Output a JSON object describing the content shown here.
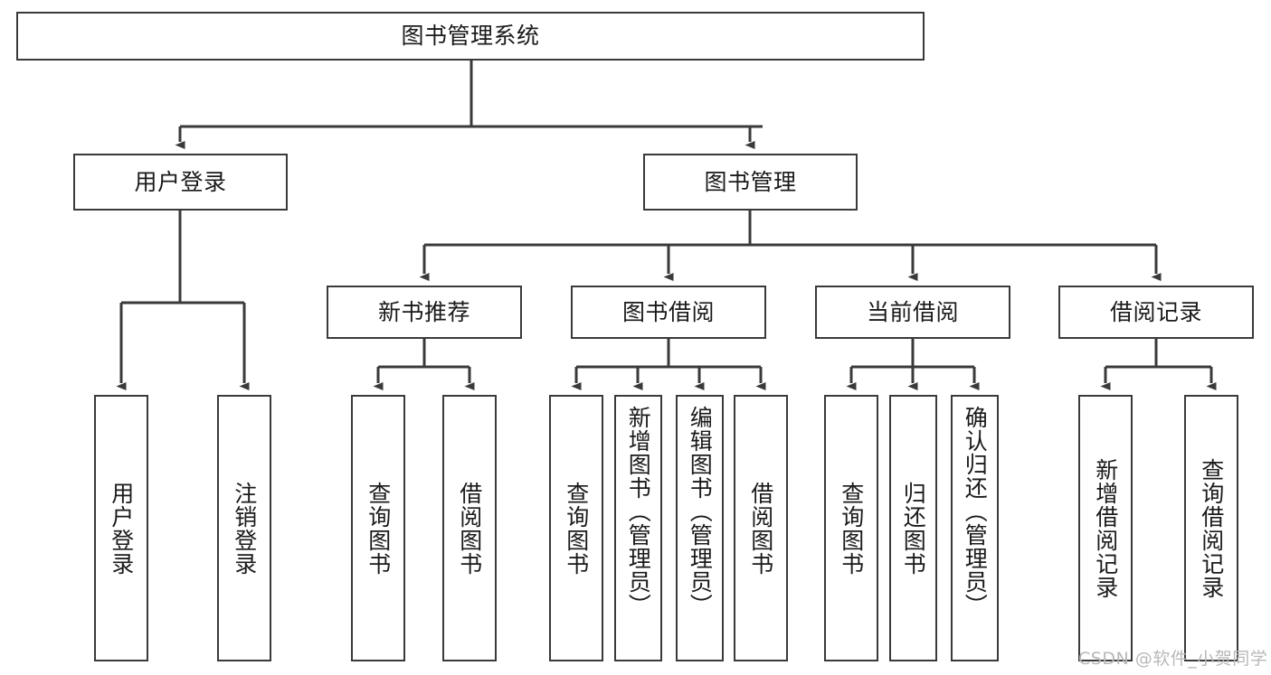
{
  "diagram": {
    "title_node": {
      "label": "图书管理系统"
    },
    "level2": [
      {
        "id": "user-login",
        "label": "用户登录"
      },
      {
        "id": "book-management",
        "label": "图书管理"
      }
    ],
    "level3": [
      {
        "id": "new-book-recommend",
        "label": "新书推荐"
      },
      {
        "id": "book-borrow",
        "label": "图书借阅"
      },
      {
        "id": "current-borrow",
        "label": "当前借阅"
      },
      {
        "id": "borrow-record",
        "label": "借阅记录"
      }
    ],
    "leaves": [
      {
        "id": "leaf-user-login",
        "label": "用户登录",
        "parent": "user-login"
      },
      {
        "id": "leaf-user-logout",
        "label": "注销登录",
        "parent": "user-login"
      },
      {
        "id": "leaf-query-book-1",
        "label": "查询图书",
        "parent": "new-book-recommend"
      },
      {
        "id": "leaf-borrow-book-1",
        "label": "借阅图书",
        "parent": "new-book-recommend"
      },
      {
        "id": "leaf-query-book-2",
        "label": "查询图书",
        "parent": "book-borrow"
      },
      {
        "id": "leaf-add-book",
        "label": "新增图书（管理员）",
        "parent": "book-borrow"
      },
      {
        "id": "leaf-edit-book",
        "label": "编辑图书（管理员）",
        "parent": "book-borrow"
      },
      {
        "id": "leaf-borrow-book-2",
        "label": "借阅图书",
        "parent": "book-borrow"
      },
      {
        "id": "leaf-query-book-3",
        "label": "查询图书",
        "parent": "current-borrow"
      },
      {
        "id": "leaf-return-book",
        "label": "归还图书",
        "parent": "current-borrow"
      },
      {
        "id": "leaf-confirm-return",
        "label": "确认归还（管理员）",
        "parent": "current-borrow"
      },
      {
        "id": "leaf-add-record",
        "label": "新增借阅记录",
        "parent": "borrow-record"
      },
      {
        "id": "leaf-query-record",
        "label": "查询借阅记录",
        "parent": "borrow-record"
      }
    ],
    "watermark": "CSDN @软件_小贺同学",
    "colors": {
      "stroke": "#3a3a3a",
      "text": "#1a1a1a",
      "background": "#ffffff",
      "watermark": "#b8b8b8"
    }
  }
}
